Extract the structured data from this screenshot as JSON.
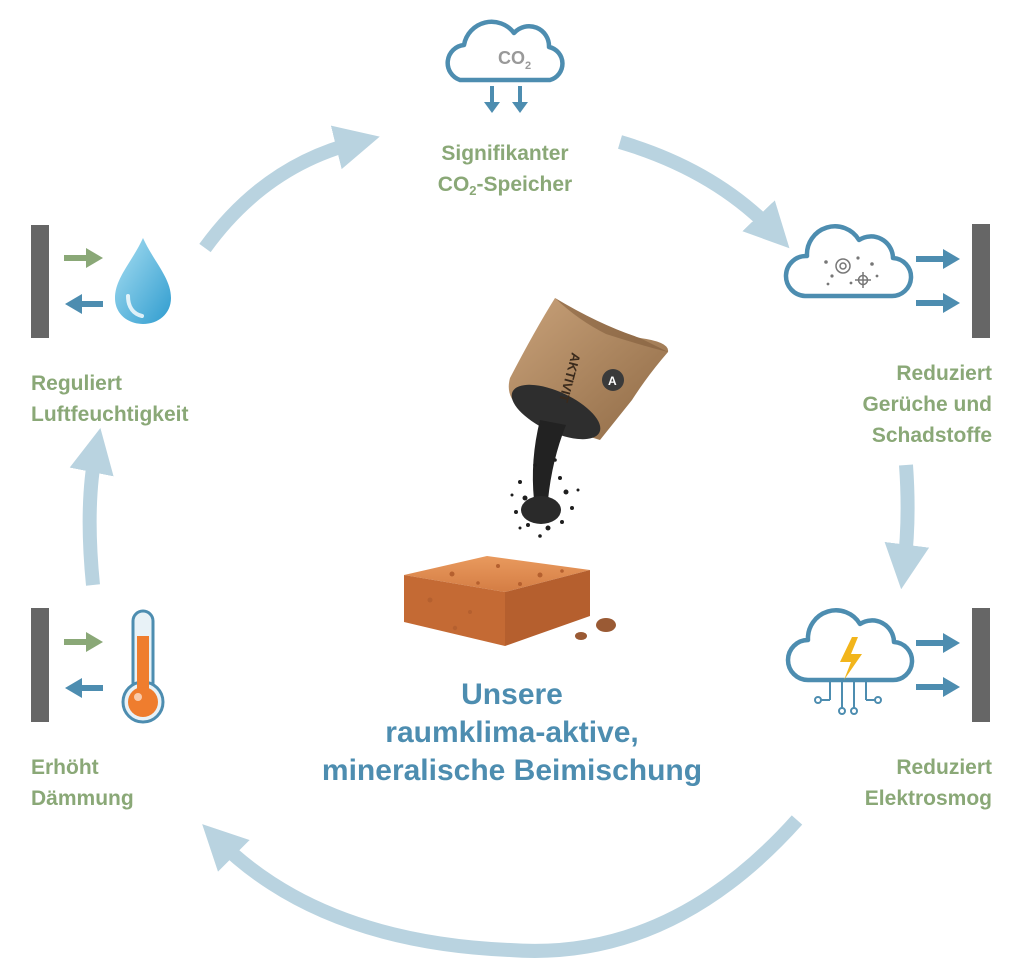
{
  "center": {
    "title_lines": [
      "Unsere",
      "raumklima-aktive,",
      "mineralische Beimischung"
    ],
    "bag_brand": "AKTIVIT",
    "bag_badge": "A"
  },
  "benefits": {
    "co2": {
      "line1": "Signifikanter",
      "line2_pre": "CO",
      "line2_sub": "2",
      "line2_post": "-Speicher",
      "icon_text": "CO",
      "icon_sub": "2"
    },
    "odors": {
      "lines": [
        "Reduziert",
        "Gerüche und",
        "Schadstoffe"
      ]
    },
    "smog": {
      "lines": [
        "Reduziert",
        "Elektrosmog"
      ]
    },
    "insulation": {
      "lines": [
        "Erhöht",
        "Dämmung"
      ]
    },
    "humidity": {
      "lines": [
        "Reguliert",
        "Luftfeuchtigkeit"
      ]
    }
  },
  "colors": {
    "green": "#8aa877",
    "blue": "#4d8db0",
    "cycle_arrow": "#b9d3e0",
    "wall": "#666666",
    "brick": "#d9824a"
  }
}
